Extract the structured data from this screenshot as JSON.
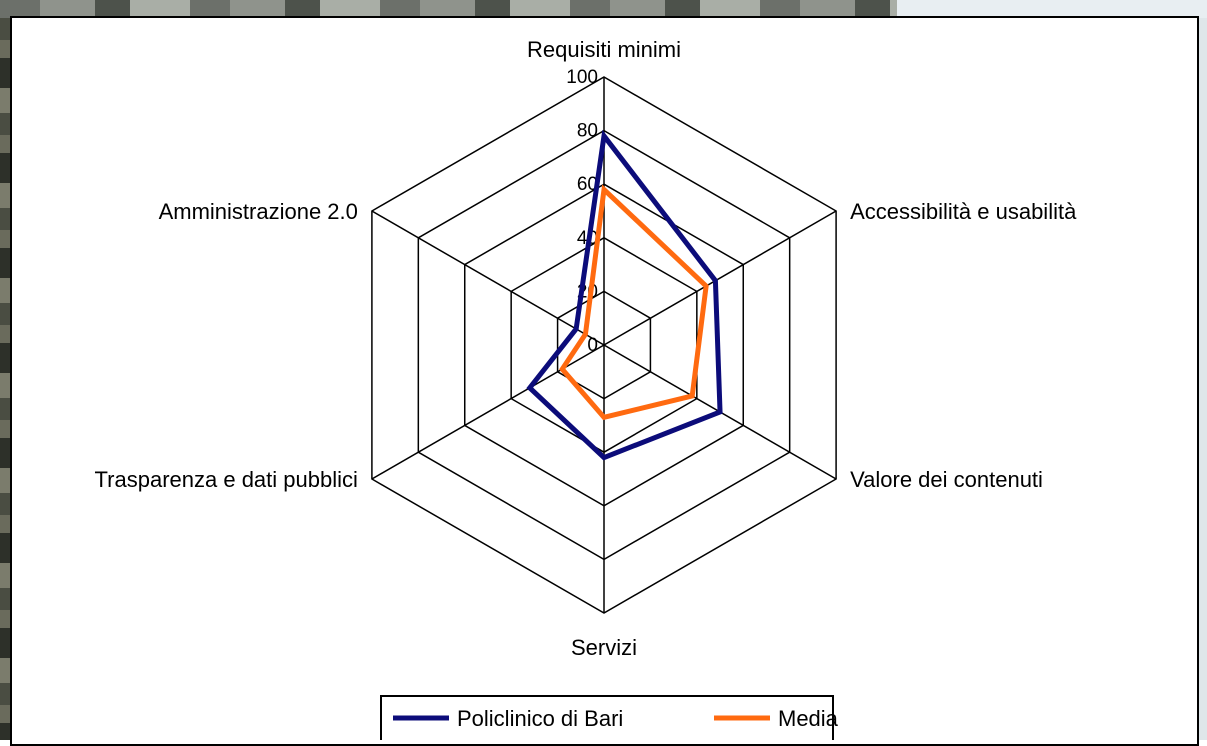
{
  "chart_data": {
    "type": "radar",
    "categories": [
      "Requisiti minimi",
      "Accessibilità e usabilità",
      "Valore dei contenuti",
      "Servizi",
      "Trasparenza e dati pubblici",
      "Amministrazione 2.0"
    ],
    "axis": {
      "min": 0,
      "max": 100,
      "ticks": [
        0,
        20,
        40,
        60,
        80,
        100
      ]
    },
    "series": [
      {
        "name": "Policlinico di Bari",
        "color": "#0c0c7a",
        "values": [
          78,
          48,
          50,
          42,
          32,
          12
        ]
      },
      {
        "name": "Media",
        "color": "#ff6a10",
        "values": [
          58,
          44,
          38,
          27,
          18,
          8
        ]
      }
    ],
    "legend": {
      "position": "bottom"
    },
    "grid": true
  }
}
